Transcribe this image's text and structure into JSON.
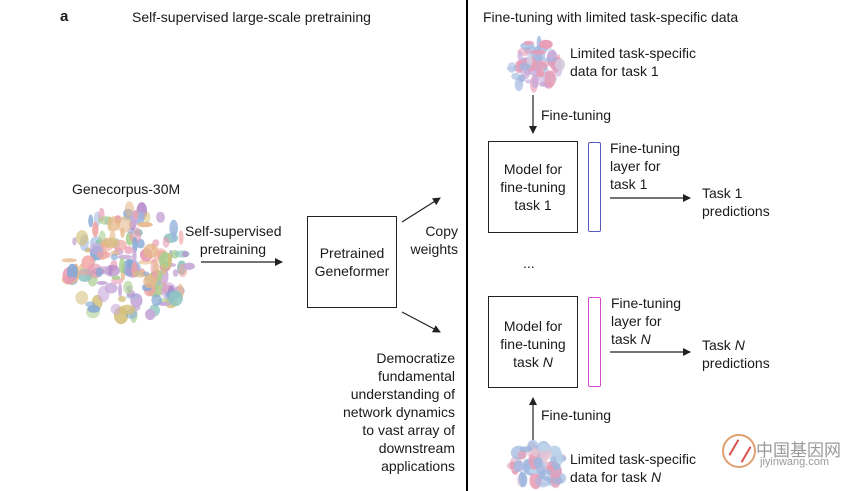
{
  "panel_label": "a",
  "left": {
    "heading": "Self-supervised large-scale pretraining",
    "dataset_label": "Genecorpus-30M",
    "arrow_label": [
      "Self-supervised",
      "pretraining"
    ],
    "model_label": [
      "Pretrained",
      "Geneformer"
    ],
    "copy_label": [
      "Copy",
      "weights"
    ],
    "democratize_label": [
      "Democratize",
      "fundamental",
      "understanding of",
      "network dynamics",
      "to vast array of",
      "downstream",
      "applications"
    ]
  },
  "right": {
    "heading": "Fine-tuning with limited task-specific data",
    "task1": {
      "data_label": [
        "Limited task-specific",
        "data for task 1"
      ],
      "finetune_label": "Fine-tuning",
      "model_label": [
        "Model for",
        "fine-tuning",
        "task 1"
      ],
      "layer_label": [
        "Fine-tuning",
        "layer for",
        "task 1"
      ],
      "predictions_label": [
        "Task 1",
        "predictions"
      ],
      "layer_color": "#5a58b8"
    },
    "ellipsis": "...",
    "taskN": {
      "data_label": [
        "Limited task-specific",
        "data for task N"
      ],
      "finetune_label": "Fine-tuning",
      "model_label": [
        "Model for",
        "fine-tuning",
        "task N"
      ],
      "layer_label": [
        "Fine-tuning",
        "layer for",
        "task N"
      ],
      "predictions_label": [
        "Task N",
        "predictions"
      ],
      "layer_color": "#d44ad0"
    }
  },
  "watermark": {
    "text_cn": "中国基因网",
    "url": "jiyinwang.com"
  },
  "colors": {
    "divider": "#000000",
    "arrow": "#222222",
    "cluster_palette": [
      "#e89bb3",
      "#9fb7e0",
      "#c7a9d9",
      "#8ec6c1",
      "#e7b889",
      "#a9cf8f",
      "#b48ac9",
      "#f0a3a3",
      "#86a8d6",
      "#d4c07a"
    ]
  }
}
